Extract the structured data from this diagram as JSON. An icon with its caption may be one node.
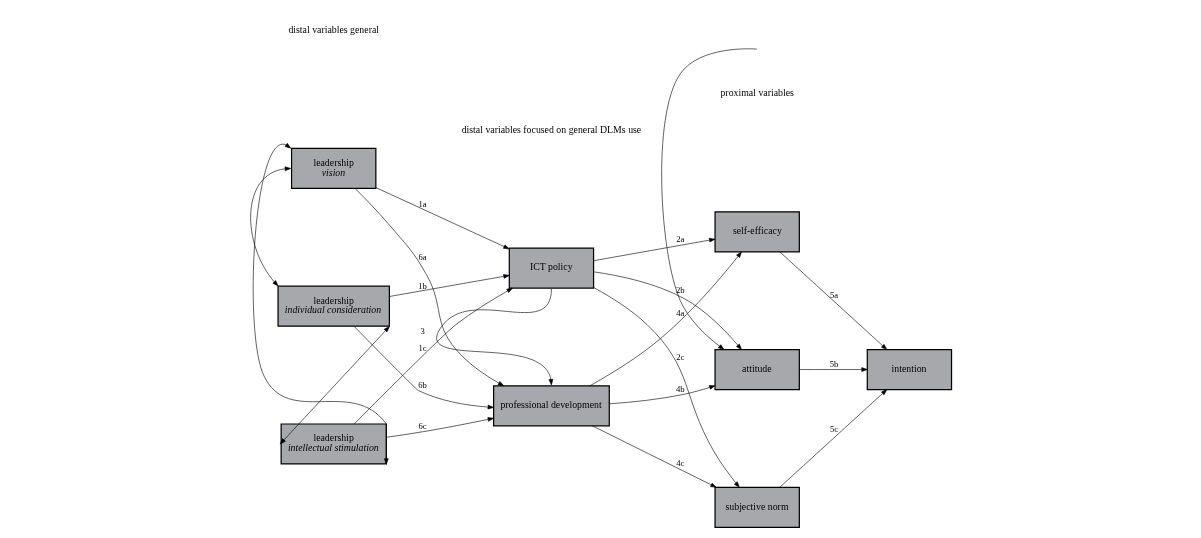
{
  "diagram": {
    "nodes": [
      {
        "text": [
          "leadership",
          "vision"
        ]
      },
      {
        "text": [
          "leadership",
          "individual consideration"
        ]
      },
      {
        "text": [
          "leadership",
          "intellectual stimulation"
        ]
      },
      {
        "text": [
          "ICT policy"
        ]
      },
      {
        "text": [
          "professional development"
        ]
      },
      {
        "text": [
          "self-efficacy"
        ]
      },
      {
        "text": [
          "attitude"
        ]
      },
      {
        "text": [
          "subjective norm"
        ]
      },
      {
        "text": [
          "intention"
        ]
      }
    ],
    "edges": [
      {
        "from": 0,
        "to": 3,
        "arrow": "to",
        "label": "1a"
      },
      {
        "from": 1,
        "to": 3,
        "arrow": "to",
        "label": "1b"
      },
      {
        "from": 2,
        "to": 3,
        "arrow": "to",
        "label": "1c"
      },
      {
        "from": 3,
        "to": 5,
        "arrow": "to",
        "label": "2a"
      },
      {
        "from": 3,
        "to": 6,
        "arrow": "to",
        "label": "2b"
      },
      {
        "from": 3,
        "to": 7,
        "arrow": "to",
        "label": "2c"
      },
      {
        "from": 3,
        "to": 4,
        "arrow": "to",
        "label": "3"
      },
      {
        "from": 4,
        "to": 5,
        "arrow": "to",
        "label": "4a"
      },
      {
        "from": 4,
        "to": 6,
        "arrow": "to",
        "label": "4b"
      },
      {
        "from": 4,
        "to": 7,
        "arrow": "to",
        "label": "4c"
      },
      {
        "from": 5,
        "to": 8,
        "arrow": "to",
        "label": "5a"
      },
      {
        "from": 6,
        "to": 8,
        "arrow": "to",
        "label": "5b"
      },
      {
        "from": 7,
        "to": 8,
        "arrow": "to",
        "label": "5c"
      },
      {
        "from": 0,
        "to": 4,
        "arrow": "to",
        "label": "6a"
      },
      {
        "from": 1,
        "to": 4,
        "arrow": "to",
        "label": "6b"
      },
      {
        "from": 2,
        "to": 4,
        "arrow": "to",
        "label": "6c"
      },
      {
        "from": 0,
        "to": 1,
        "arrow": "both"
      },
      {
        "from": 1,
        "to": 2,
        "arrow": "both"
      },
      {
        "from": 0,
        "to": 2,
        "arrow": "both"
      },
      {
        "from": null,
        "to": 6,
        "arrow": "to"
      }
    ],
    "labels": [
      "distal variables general",
      "distal variables focused on general DLMs use",
      "proximal variables"
    ]
  }
}
